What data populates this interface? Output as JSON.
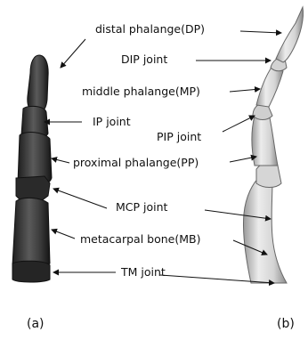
{
  "labels": {
    "distal_phalange": "distal phalange(DP)",
    "dip_joint": "DIP joint",
    "middle_phalange": "middle phalange(MP)",
    "ip_joint": "IP joint",
    "pip_joint": "PIP joint",
    "proximal_phalange": "proximal phalange(PP)",
    "mcp_joint": "MCP joint",
    "metacarpal_bone": "metacarpal bone(MB)",
    "tm_joint": "TM joint"
  },
  "captions": {
    "left": "(a)",
    "right": "(b)"
  },
  "colors": {
    "bone_dark": "#3a3a3a",
    "bone_light": "#d9d9d9",
    "ink": "#111111"
  }
}
